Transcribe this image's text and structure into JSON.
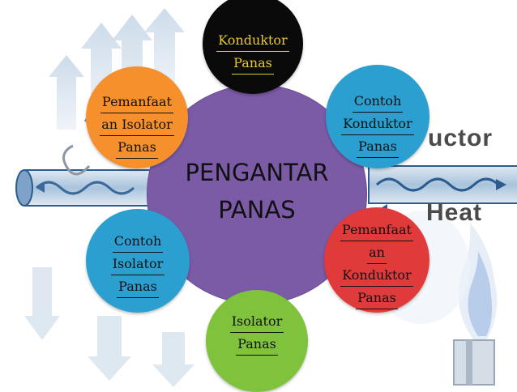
{
  "hub": {
    "lines": [
      "PENGANTAR",
      "PANAS"
    ],
    "color": "#7b5aa6"
  },
  "nodes": [
    {
      "name": "node-konduktor-panas",
      "lines": [
        "Konduktor",
        "Panas"
      ],
      "color": "#0a0a0a",
      "text_color": "#e8c830"
    },
    {
      "name": "node-contoh-konduktor-panas",
      "lines": [
        "Contoh",
        "Konduktor",
        "Panas"
      ],
      "color": "#2a9fd0",
      "text_color": "#111111"
    },
    {
      "name": "node-pemanfaatan-konduktor-panas",
      "lines": [
        "Pemanfaat",
        "an",
        "Konduktor",
        "Panas"
      ],
      "color": "#e03a3a",
      "text_color": "#111111"
    },
    {
      "name": "node-isolator-panas",
      "lines": [
        "Isolator",
        "Panas"
      ],
      "color": "#7fc23c",
      "text_color": "#111111"
    },
    {
      "name": "node-contoh-isolator-panas",
      "lines": [
        "Contoh",
        "Isolator",
        "Panas"
      ],
      "color": "#2a9fd0",
      "text_color": "#111111"
    },
    {
      "name": "node-pemanfaatan-isolator-panas",
      "lines": [
        "Pemanfaat",
        "an Isolator",
        "Panas"
      ],
      "color": "#f5902c",
      "text_color": "#111111"
    }
  ],
  "background": {
    "label_right_top": "uctor",
    "label_right_mid": "Heat"
  }
}
